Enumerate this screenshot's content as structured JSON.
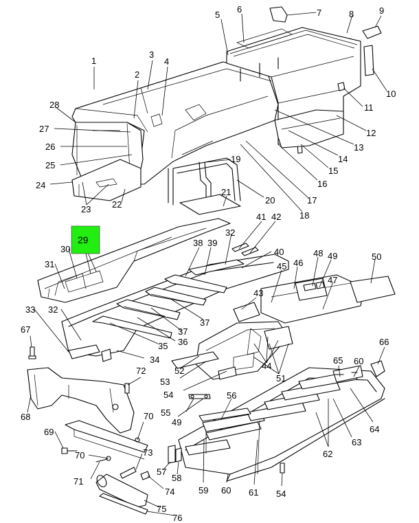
{
  "highlight": {
    "label": "29",
    "color": "#22ee11"
  },
  "callouts": [
    {
      "id": "c1",
      "label": "1"
    },
    {
      "id": "c2",
      "label": "2"
    },
    {
      "id": "c3",
      "label": "3"
    },
    {
      "id": "c4",
      "label": "4"
    },
    {
      "id": "c5",
      "label": "5"
    },
    {
      "id": "c6",
      "label": "6"
    },
    {
      "id": "c7",
      "label": "7"
    },
    {
      "id": "c8",
      "label": "8"
    },
    {
      "id": "c9",
      "label": "9"
    },
    {
      "id": "c10",
      "label": "10"
    },
    {
      "id": "c11",
      "label": "11"
    },
    {
      "id": "c12",
      "label": "12"
    },
    {
      "id": "c13",
      "label": "13"
    },
    {
      "id": "c14",
      "label": "14"
    },
    {
      "id": "c15",
      "label": "15"
    },
    {
      "id": "c16",
      "label": "16"
    },
    {
      "id": "c17",
      "label": "17"
    },
    {
      "id": "c18",
      "label": "18"
    },
    {
      "id": "c19",
      "label": "19"
    },
    {
      "id": "c20",
      "label": "20"
    },
    {
      "id": "c21",
      "label": "21"
    },
    {
      "id": "c22",
      "label": "22"
    },
    {
      "id": "c23",
      "label": "23"
    },
    {
      "id": "c24",
      "label": "24"
    },
    {
      "id": "c25",
      "label": "25"
    },
    {
      "id": "c26",
      "label": "26"
    },
    {
      "id": "c27",
      "label": "27"
    },
    {
      "id": "c28",
      "label": "28"
    },
    {
      "id": "c30",
      "label": "30"
    },
    {
      "id": "c31",
      "label": "31"
    },
    {
      "id": "c32a",
      "label": "32"
    },
    {
      "id": "c32b",
      "label": "32"
    },
    {
      "id": "c33",
      "label": "33"
    },
    {
      "id": "c34",
      "label": "34"
    },
    {
      "id": "c35",
      "label": "35"
    },
    {
      "id": "c36",
      "label": "36"
    },
    {
      "id": "c37a",
      "label": "37"
    },
    {
      "id": "c37b",
      "label": "37"
    },
    {
      "id": "c38",
      "label": "38"
    },
    {
      "id": "c39",
      "label": "39"
    },
    {
      "id": "c40",
      "label": "40"
    },
    {
      "id": "c41",
      "label": "41"
    },
    {
      "id": "c42",
      "label": "42"
    },
    {
      "id": "c43",
      "label": "43"
    },
    {
      "id": "c44",
      "label": "44"
    },
    {
      "id": "c45",
      "label": "45"
    },
    {
      "id": "c46",
      "label": "46"
    },
    {
      "id": "c47",
      "label": "47"
    },
    {
      "id": "c48",
      "label": "48"
    },
    {
      "id": "c49a",
      "label": "49"
    },
    {
      "id": "c49b",
      "label": "49"
    },
    {
      "id": "c50",
      "label": "50"
    },
    {
      "id": "c51",
      "label": "51"
    },
    {
      "id": "c52",
      "label": "52"
    },
    {
      "id": "c53",
      "label": "53"
    },
    {
      "id": "c54a",
      "label": "54"
    },
    {
      "id": "c54b",
      "label": "54"
    },
    {
      "id": "c55",
      "label": "55"
    },
    {
      "id": "c56",
      "label": "56"
    },
    {
      "id": "c57",
      "label": "57"
    },
    {
      "id": "c58",
      "label": "58"
    },
    {
      "id": "c59",
      "label": "59"
    },
    {
      "id": "c60a",
      "label": "60"
    },
    {
      "id": "c60b",
      "label": "60"
    },
    {
      "id": "c61",
      "label": "61"
    },
    {
      "id": "c62",
      "label": "62"
    },
    {
      "id": "c63",
      "label": "63"
    },
    {
      "id": "c64",
      "label": "64"
    },
    {
      "id": "c65",
      "label": "65"
    },
    {
      "id": "c66",
      "label": "66"
    },
    {
      "id": "c67",
      "label": "67"
    },
    {
      "id": "c68",
      "label": "68"
    },
    {
      "id": "c69",
      "label": "69"
    },
    {
      "id": "c70a",
      "label": "70"
    },
    {
      "id": "c70b",
      "label": "70"
    },
    {
      "id": "c71",
      "label": "71"
    },
    {
      "id": "c72",
      "label": "72"
    },
    {
      "id": "c73",
      "label": "73"
    },
    {
      "id": "c74",
      "label": "74"
    },
    {
      "id": "c75",
      "label": "75"
    },
    {
      "id": "c76",
      "label": "76"
    }
  ]
}
